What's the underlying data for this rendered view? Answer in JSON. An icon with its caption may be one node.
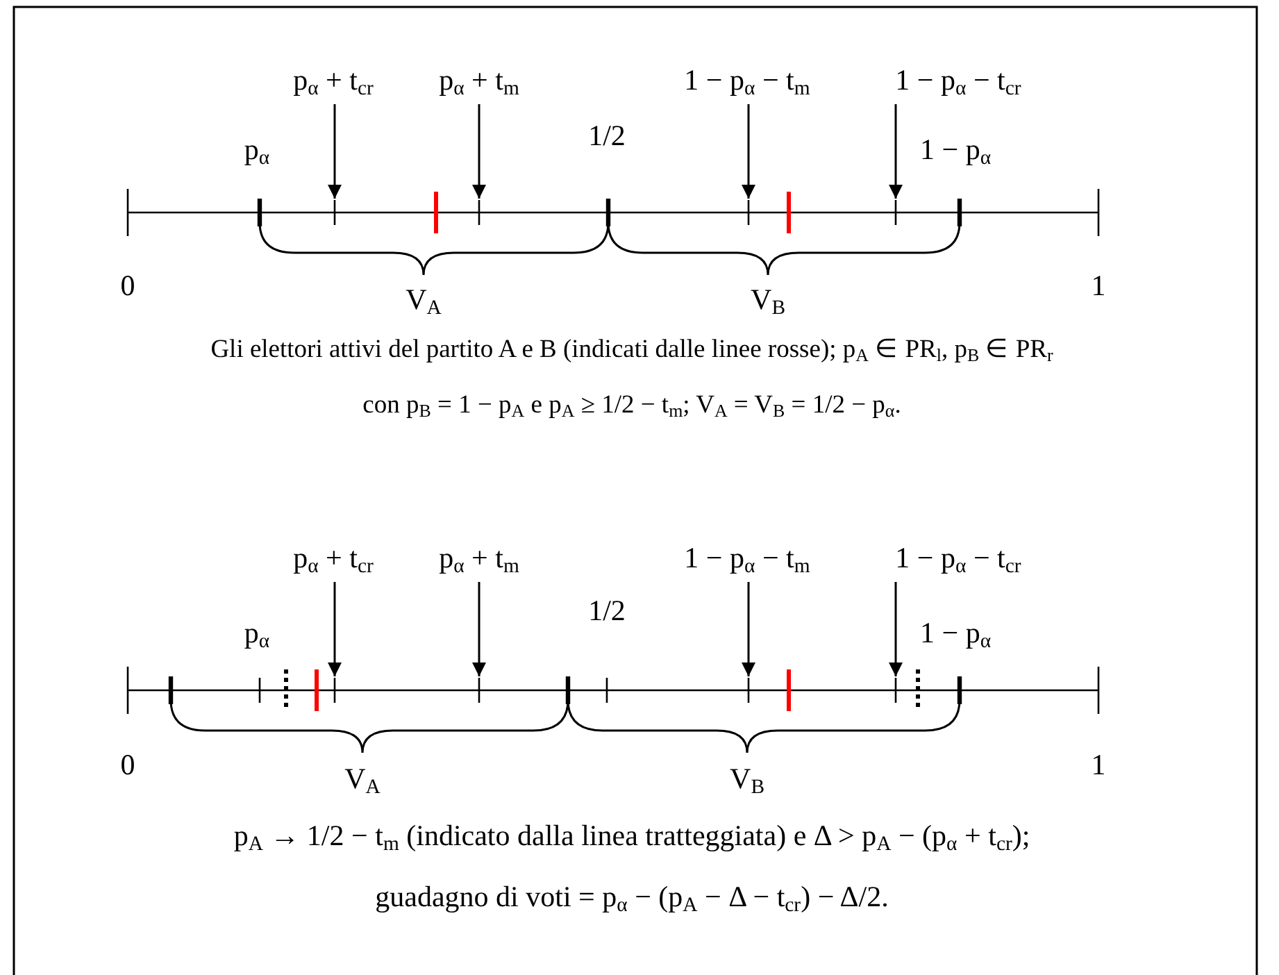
{
  "diagram": {
    "nodes": [
      {
        "text": [
          "p$_{α}$ + t$_{cr}$"
        ]
      },
      {
        "text": [
          "p$_{α}$ + t$_{m}$"
        ]
      },
      {
        "text": [
          "1 − p$_{α}$ − t$_{m}$"
        ]
      },
      {
        "text": [
          "1 − p$_{α}$ − t$_{cr}$"
        ]
      },
      {
        "text": [],
        "shape": "bar"
      },
      {
        "text": [],
        "shape": "bar"
      },
      {
        "text": [],
        "shape": "bar"
      },
      {
        "text": [],
        "shape": "bar"
      },
      {
        "text": [
          "p$_{α}$ + t$_{cr}$"
        ]
      },
      {
        "text": [
          "p$_{α}$ + t$_{m}$"
        ]
      },
      {
        "text": [
          "1 − p$_{α}$ − t$_{m}$"
        ]
      },
      {
        "text": [
          "1 − p$_{α}$ − t$_{cr}$"
        ]
      },
      {
        "text": [],
        "shape": "bar"
      },
      {
        "text": [],
        "shape": "bar"
      },
      {
        "text": [],
        "shape": "bar"
      },
      {
        "text": [],
        "shape": "bar"
      }
    ],
    "edges": [
      {
        "from": 0,
        "to": 4,
        "arrow": "to"
      },
      {
        "from": 1,
        "to": 5,
        "arrow": "to"
      },
      {
        "from": 2,
        "to": 6,
        "arrow": "to"
      },
      {
        "from": 3,
        "to": 7,
        "arrow": "to"
      },
      {
        "from": 8,
        "to": 12,
        "arrow": "to"
      },
      {
        "from": 9,
        "to": 13,
        "arrow": "to"
      },
      {
        "from": 10,
        "to": 14,
        "arrow": "to"
      },
      {
        "from": 11,
        "to": 15,
        "arrow": "to"
      }
    ],
    "labels": [
      "p$_{α}$",
      "1/2",
      "1 − p$_{α}$",
      "0",
      "V$_{A}$",
      "V$_{B}$",
      "1",
      "Gli elettori attivi del partito A e B (indicati dalle linee rosse); p$_{A}$ ∈ PR$_{l}$, p$_{B}$ ∈ PR$_{r}$",
      "con p$_{B}$ = 1 − p$_{A}$ e p$_{A}$ ≥ 1/2 − t$_{m}$; V$_{A}$ = V$_{B}$ = 1/2 − p$_{α}$.",
      "p$_{α}$",
      "1/2",
      "1 − p$_{α}$",
      "0",
      "V$_{A}$",
      "V$_{B}$",
      "1",
      "p$_{A}$ → 1/2 − t$_{m}$ (indicato dalla linea tratteggiata) e Δ > p$_{A}$ − (p$_{α}$ + t$_{cr}$);",
      "guadagno di voti = p$_{α}$ − (p$_{A}$ − Δ − t$_{cr}$) − Δ/2."
    ]
  }
}
